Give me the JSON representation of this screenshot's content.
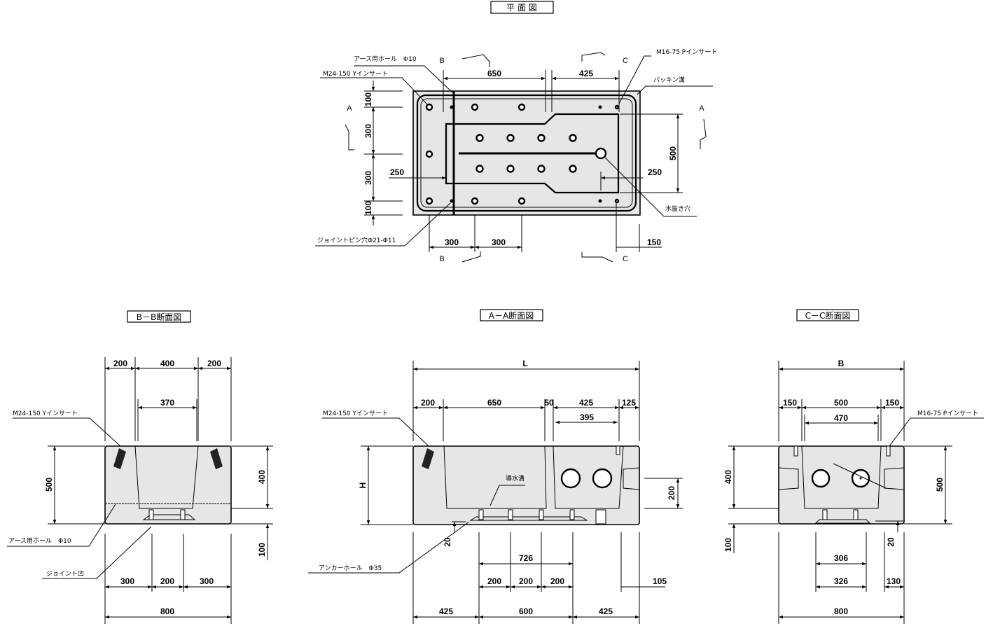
{
  "titles": {
    "plan": "平 面 図",
    "bb": "B－B断面図",
    "aa": "A－A断面図",
    "cc": "C－C断面図"
  },
  "plan": {
    "section_marks": {
      "a": "A",
      "b": "B",
      "c": "C"
    },
    "notes": {
      "earth_hole": "アース用ホール　Φ10",
      "y_insert": "M24-150 Yインサート",
      "p_insert": "M16-75 Pインサート",
      "packing_groove": "パッキン溝",
      "drain_hole": "水抜き穴",
      "joint_pin": "ジョイントピン穴Φ21-Φ11"
    },
    "dims": {
      "d650": "650",
      "d425": "425",
      "d100a": "100",
      "d300a": "300",
      "d300b": "300",
      "d100b": "100",
      "d250l": "250",
      "d250r": "250",
      "d500": "500",
      "d300c": "300",
      "d300d": "300",
      "d150": "150"
    }
  },
  "bb": {
    "notes": {
      "y_insert": "M24-150 Yインサート",
      "earth_hole": "アース用ホール　Φ10",
      "joint_recess": "ジョイント凹"
    },
    "dims": {
      "d200a": "200",
      "d400": "400",
      "d200b": "200",
      "d370": "370",
      "d500": "500",
      "d400v": "400",
      "d100": "100",
      "d300a": "300",
      "d200c": "200",
      "d300b": "300",
      "d800": "800"
    }
  },
  "aa": {
    "notes": {
      "y_insert": "M24-150 Yインサート",
      "guide_groove": "導水溝",
      "anchor_hole": "アンカーホール　Φ35"
    },
    "dims": {
      "L": "L",
      "d200": "200",
      "d650": "650",
      "d50": "50",
      "d425": "425",
      "d125": "125",
      "d395": "395",
      "H": "H",
      "d200v": "200",
      "d20": "20",
      "d726": "726",
      "d200a": "200",
      "d200b": "200",
      "d200c": "200",
      "d105": "105",
      "d425a": "425",
      "d600": "600",
      "d425b": "425"
    }
  },
  "cc": {
    "notes": {
      "p_insert": "M16-75 Pインサート"
    },
    "dims": {
      "B": "B",
      "d150a": "150",
      "d500": "500",
      "d150b": "150",
      "d470": "470",
      "d400": "400",
      "d500v": "500",
      "d100": "100",
      "d20": "20",
      "d306": "306",
      "d326": "326",
      "d130": "130",
      "d800": "800"
    }
  }
}
